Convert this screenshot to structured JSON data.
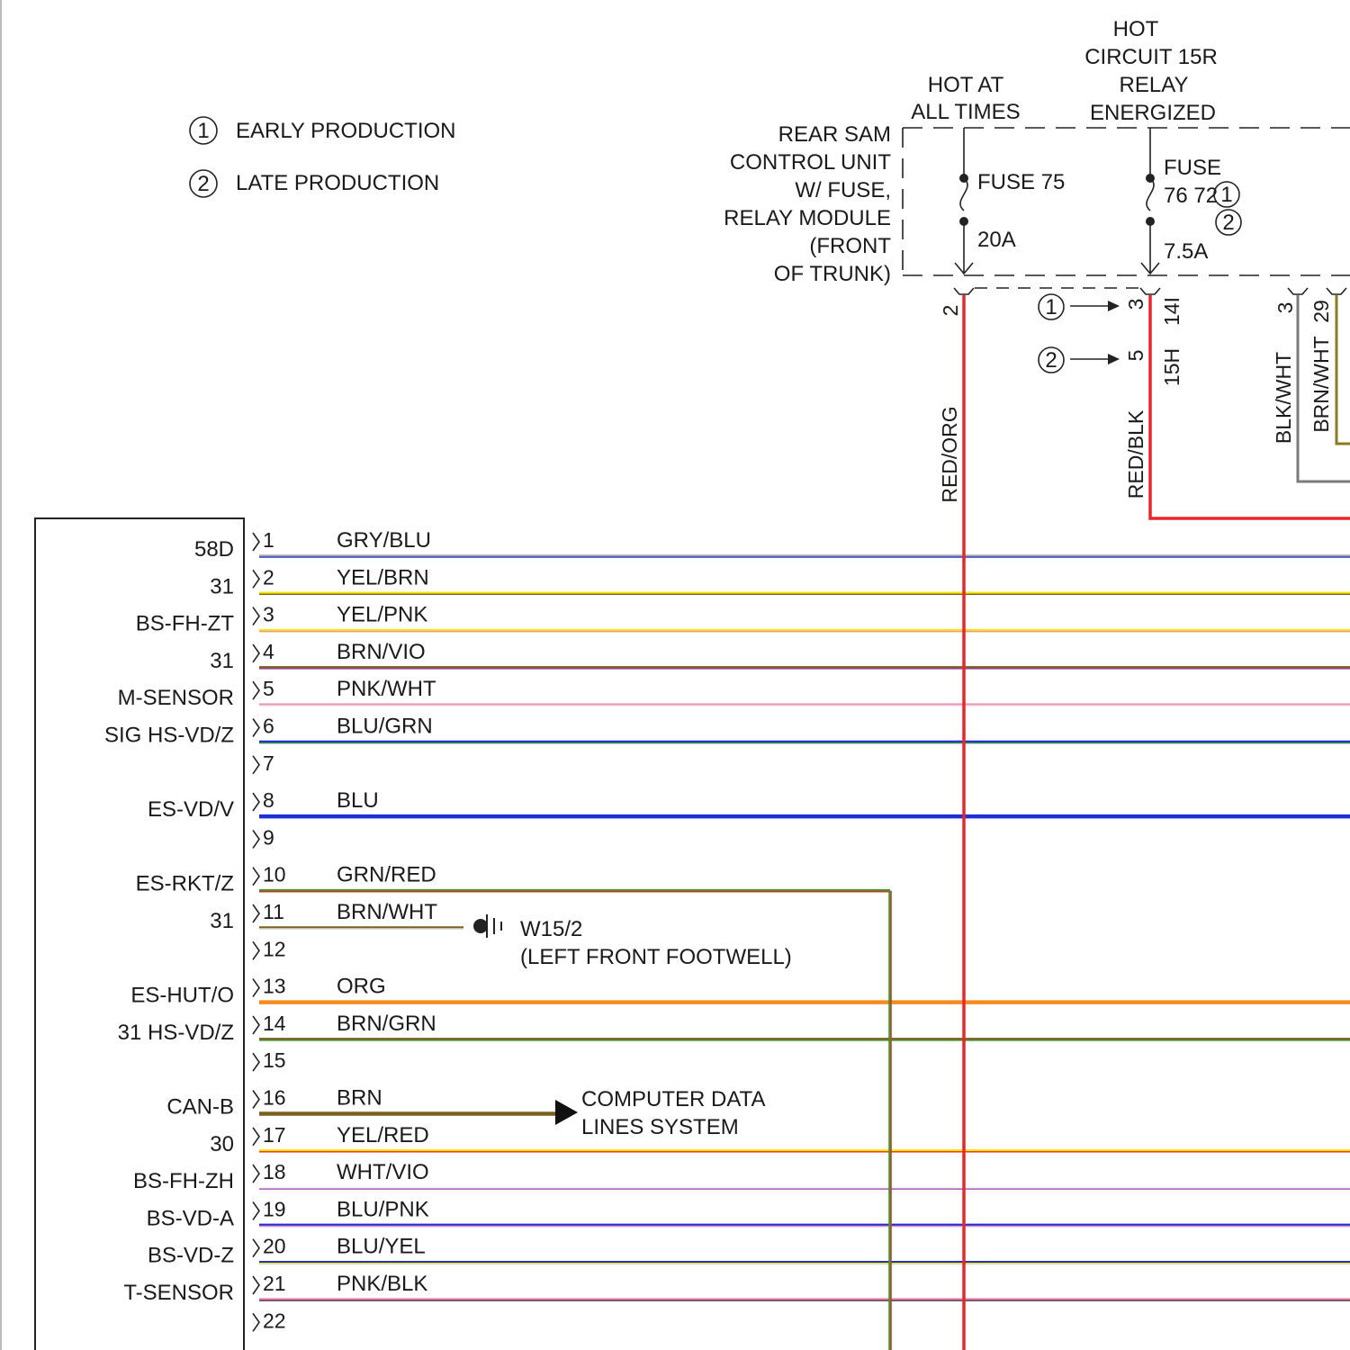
{
  "legend": {
    "items": [
      {
        "num": "1",
        "text": "EARLY PRODUCTION"
      },
      {
        "num": "2",
        "text": "LATE PRODUCTION"
      }
    ]
  },
  "rear_sam": {
    "label_lines": [
      "REAR SAM",
      "CONTROL UNIT",
      "W/ FUSE,",
      "RELAY MODULE",
      "(FRONT",
      "OF TRUNK)"
    ]
  },
  "hot_at_all_times": [
    "HOT AT",
    "ALL TIMES"
  ],
  "hot_circuit": [
    "HOT",
    "CIRCUIT 15R",
    "RELAY",
    "ENERGIZED"
  ],
  "fuse75": {
    "name": "FUSE 75",
    "rating": "20A"
  },
  "fuse76": {
    "line1": "FUSE",
    "line2": "76 72",
    "rating": "7.5A"
  },
  "fuse_variant_marks": [
    "1",
    "2"
  ],
  "top_pins": {
    "pin2": "2",
    "pin3": "3",
    "pin14": "14I",
    "pin5": "5",
    "pin15h": "15H",
    "pin3b": "3",
    "pin29": "29",
    "variant1": "1",
    "variant2": "2"
  },
  "vertical_wires": {
    "red_org": "RED/ORG",
    "red_blk": "RED/BLK",
    "blk_wht": "BLK/WHT",
    "brn_wht": "BRN/WHT"
  },
  "ground": {
    "name": "W15/2",
    "location": "(LEFT FRONT FOOTWELL)"
  },
  "data_lines": [
    "COMPUTER DATA",
    "LINES SYSTEM"
  ],
  "module_pins": [
    {
      "pin": "1",
      "function": "58D",
      "wire": "GRY/BLU"
    },
    {
      "pin": "2",
      "function": "31",
      "wire": "YEL/BRN"
    },
    {
      "pin": "3",
      "function": "BS-FH-ZT",
      "wire": "YEL/PNK"
    },
    {
      "pin": "4",
      "function": "31",
      "wire": "BRN/VIO"
    },
    {
      "pin": "5",
      "function": "M-SENSOR",
      "wire": "PNK/WHT"
    },
    {
      "pin": "6",
      "function": "SIG HS-VD/Z",
      "wire": "BLU/GRN"
    },
    {
      "pin": "7",
      "function": "",
      "wire": ""
    },
    {
      "pin": "8",
      "function": "ES-VD/V",
      "wire": "BLU"
    },
    {
      "pin": "9",
      "function": "",
      "wire": ""
    },
    {
      "pin": "10",
      "function": "ES-RKT/Z",
      "wire": "GRN/RED"
    },
    {
      "pin": "11",
      "function": "31",
      "wire": "BRN/WHT"
    },
    {
      "pin": "12",
      "function": "",
      "wire": ""
    },
    {
      "pin": "13",
      "function": "ES-HUT/O",
      "wire": "ORG"
    },
    {
      "pin": "14",
      "function": "31 HS-VD/Z",
      "wire": "BRN/GRN"
    },
    {
      "pin": "15",
      "function": "",
      "wire": ""
    },
    {
      "pin": "16",
      "function": "CAN-B",
      "wire": "BRN"
    },
    {
      "pin": "17",
      "function": "30",
      "wire": "YEL/RED"
    },
    {
      "pin": "18",
      "function": "BS-FH-ZH",
      "wire": "WHT/VIO"
    },
    {
      "pin": "19",
      "function": "BS-VD-A",
      "wire": "BLU/PNK"
    },
    {
      "pin": "20",
      "function": "BS-VD-Z",
      "wire": "BLU/YEL"
    },
    {
      "pin": "21",
      "function": "T-SENSOR",
      "wire": "PNK/BLK"
    },
    {
      "pin": "22",
      "function": "",
      "wire": ""
    }
  ],
  "colors": {
    "red": "#e8262a",
    "gray": "#a8a8a8",
    "blue": "#1f2fd8",
    "yellow": "#f2e60a",
    "brown": "#7a5f1e",
    "pink": "#f08cb4",
    "green": "#3c9a2c",
    "orange": "#f58a1f",
    "violet": "#9a3aa8",
    "white": "#f4f4f4",
    "black": "#2a2a2a"
  }
}
